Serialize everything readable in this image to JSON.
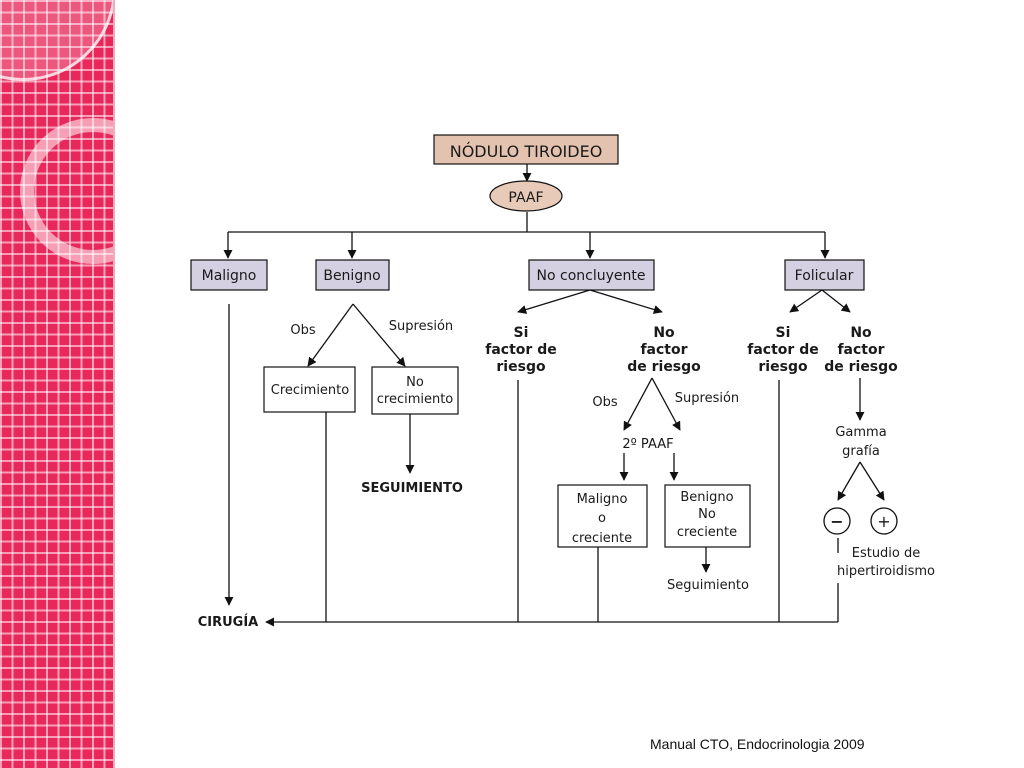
{
  "diagram": {
    "root": "NÓDULO TIROIDEO",
    "paaf": "PAAF",
    "maligno": "Maligno",
    "benigno": "Benigno",
    "no_concluyente": "No concluyente",
    "folicular": "Folicular",
    "obs": "Obs",
    "supresion": "Supresión",
    "crecimiento": "Crecimiento",
    "no_crecimiento": [
      "No",
      "crecimiento"
    ],
    "seguimiento_upper": "SEGUIMIENTO",
    "si_factor": [
      "Si",
      "factor de",
      "riesgo"
    ],
    "no_factor": [
      "No",
      "factor",
      "de riesgo"
    ],
    "obs_2": "Obs",
    "supresion_2": "Supresión",
    "segundo_paaf": "2º PAAF",
    "maligno_creciente": [
      "Maligno",
      "o",
      "creciente"
    ],
    "benigno_no_creciente": [
      "Benigno",
      "No",
      "creciente"
    ],
    "seguimiento": "Seguimiento",
    "folicular_si": [
      "Si",
      "factor de",
      "riesgo"
    ],
    "folicular_no": [
      "No",
      "factor",
      "de riesgo"
    ],
    "gammagrafia": [
      "Gamma",
      "grafía"
    ],
    "minus": "−",
    "plus": "+",
    "estudio": [
      "Estudio de",
      "hipertiroidismo"
    ],
    "cirugia": "CIRUGÍA"
  },
  "caption": "Manual CTO, Endocrinologia 2009",
  "colors": {
    "root_fill": "#e3c3b0",
    "paaf_fill": "#e8cab8",
    "category_fill": "#d4d0e2",
    "sidebar": "#e8285a"
  }
}
